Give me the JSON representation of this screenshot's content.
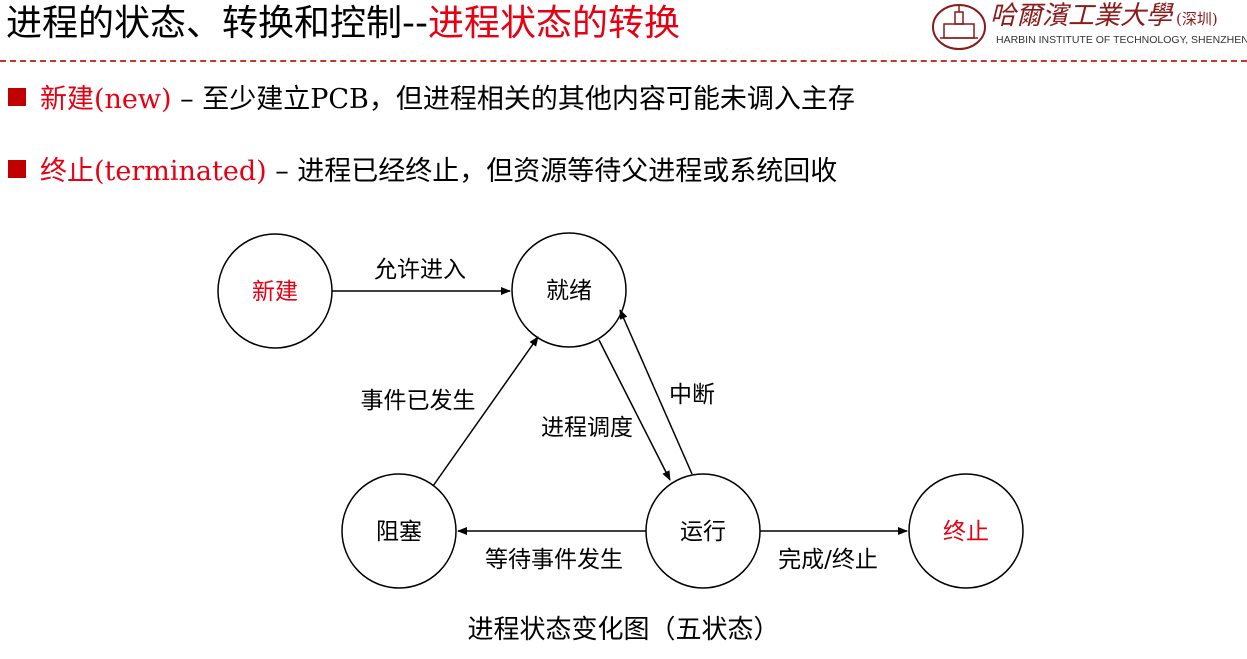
{
  "slide": {
    "title_main": "进程的状态、转换和控制--",
    "title_highlight": "进程状态的转换"
  },
  "logo": {
    "cn_name": "哈爾濱工業大學",
    "cn_campus": "(深圳)",
    "en_name": "HARBIN INSTITUTE OF TECHNOLOGY, SHENZHEN"
  },
  "bullets": [
    {
      "term": "新建(new)",
      "desc": " – 至少建立PCB，但进程相关的其他内容可能未调入主存"
    },
    {
      "term": "终止(terminated)",
      "desc": " – 进程已经终止，但资源等待父进程或系统回收"
    }
  ],
  "diagram": {
    "states": {
      "new": "新建",
      "ready": "就绪",
      "running": "运行",
      "blocked": "阻塞",
      "terminated": "终止"
    },
    "transitions": {
      "admit": "允许进入",
      "dispatch": "进程调度",
      "interrupt": "中断",
      "event_occurs": "事件已发生",
      "event_wait": "等待事件发生",
      "exit": "完成/终止"
    },
    "colors": {
      "highlight_state": "#e60012",
      "normal_state": "#000000"
    }
  },
  "caption": "进程状态变化图（五状态）"
}
